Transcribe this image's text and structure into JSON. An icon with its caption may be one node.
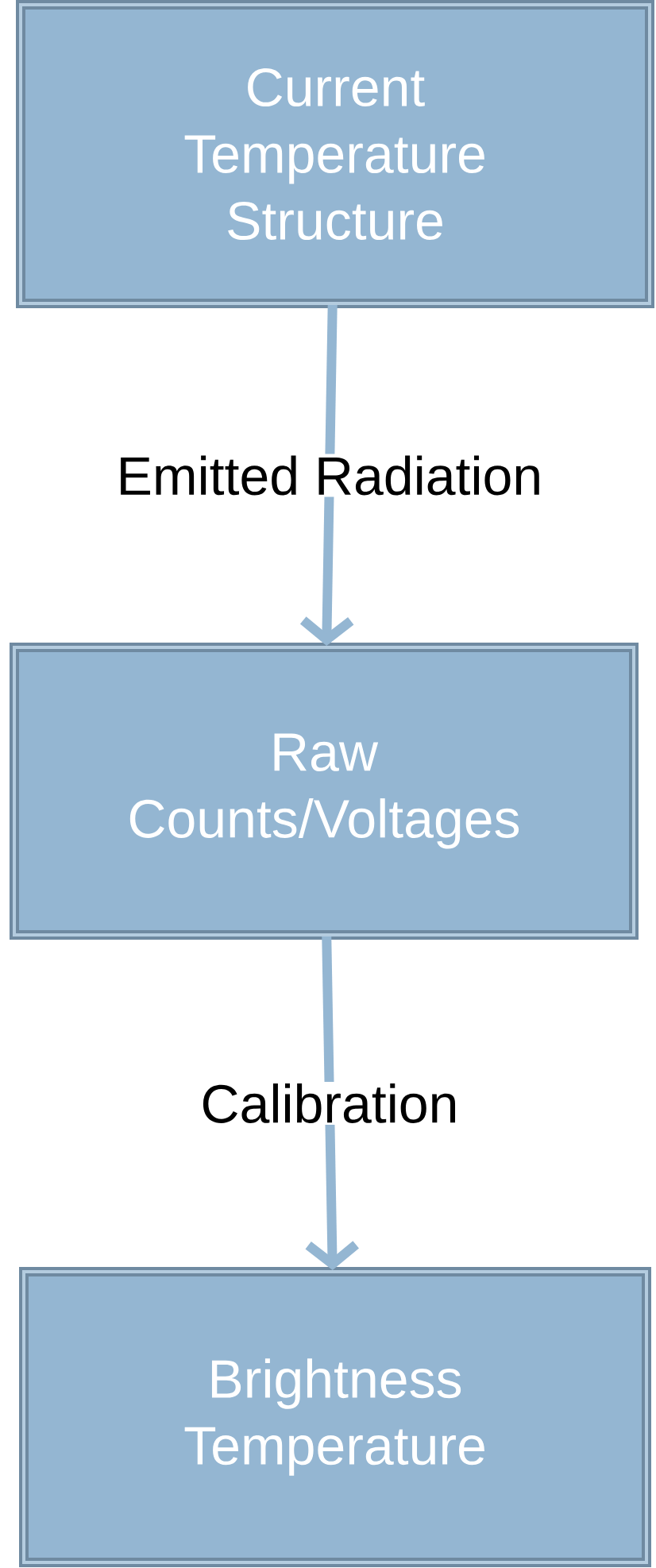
{
  "diagram": {
    "nodes": [
      {
        "text": [
          "Current Temperature Structure"
        ]
      },
      {
        "text": [
          "Raw Counts/Voltages"
        ]
      },
      {
        "text": [
          "Brightness Temperature"
        ]
      }
    ],
    "edges": [
      {
        "from": 0,
        "to": 1,
        "arrow": "to",
        "label": "Emitted Radiation"
      },
      {
        "from": 1,
        "to": 2,
        "arrow": "to",
        "label": "Calibration"
      }
    ]
  }
}
